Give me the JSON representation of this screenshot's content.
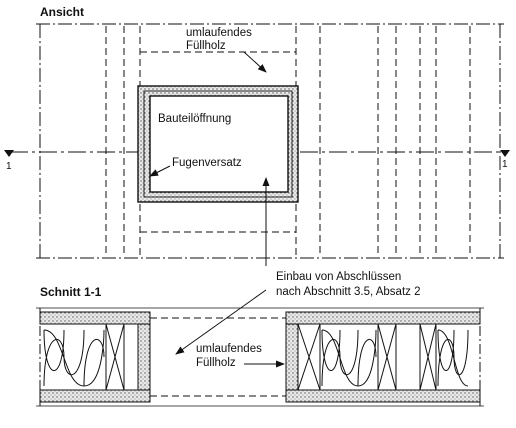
{
  "view": {
    "title": "Ansicht",
    "fill_wood_label_line1": "umlaufendes",
    "fill_wood_label_line2": "Füllholz",
    "opening_label": "Bauteilöffnung",
    "joint_offset_label": "Fugenversatz",
    "axis_left": "1",
    "axis_right": "1"
  },
  "note": {
    "line1": "Einbau von Abschlüssen",
    "line2": "nach Abschnitt 3.5, Absatz 2"
  },
  "section": {
    "title": "Schnitt 1-1",
    "fill_wood_label_line1": "umlaufendes",
    "fill_wood_label_line2": "Füllholz"
  },
  "colors": {
    "line": "#111111",
    "stipple_bg": "#e9e9e9",
    "stipple_dot": "#555555"
  }
}
